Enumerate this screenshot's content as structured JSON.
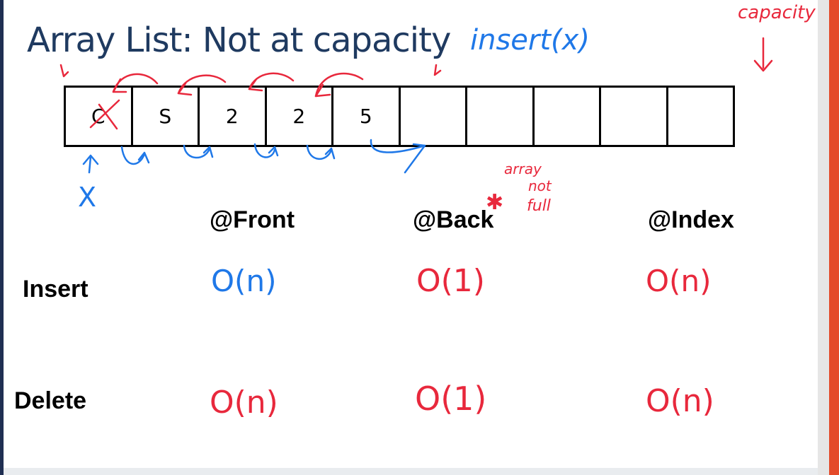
{
  "slide": {
    "title": "Array List: Not at capacity",
    "array_cells": [
      "C",
      "S",
      "2",
      "2",
      "5",
      "",
      "",
      "",
      "",
      ""
    ],
    "columns": [
      "@Front",
      "@Back",
      "@Index"
    ],
    "rows": [
      "Insert",
      "Delete"
    ]
  },
  "annotations": {
    "insert_call": "insert(x)",
    "capacity_note": "capacity",
    "array_not_full": [
      "array",
      "not",
      "full"
    ],
    "new_element": "X",
    "complexities": {
      "insert": [
        "O(n)",
        "O(1)",
        "O(n)"
      ],
      "delete": [
        "O(n)",
        "O(1)",
        "O(n)"
      ]
    }
  },
  "colors": {
    "title": "#1f3a60",
    "ink_blue": "#1f78e8",
    "ink_red": "#e8283c",
    "accent_bar": "#e44a2a"
  }
}
